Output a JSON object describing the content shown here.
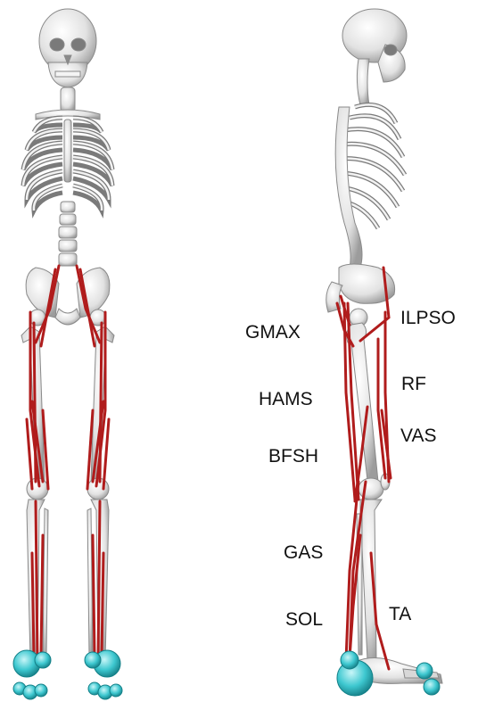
{
  "labels": {
    "gmax": "GMAX",
    "ilpso": "ILPSO",
    "rf": "RF",
    "hams": "HAMS",
    "vas": "VAS",
    "bfsh": "BFSH",
    "gas": "GAS",
    "sol": "SOL",
    "ta": "TA"
  },
  "colors": {
    "bone": "#e8e8e8",
    "bone_shadow": "#9a9a9a",
    "muscle": "#b01c1c",
    "contact_sphere": "#3ec8d0"
  },
  "views": [
    "front-view",
    "side-view"
  ]
}
